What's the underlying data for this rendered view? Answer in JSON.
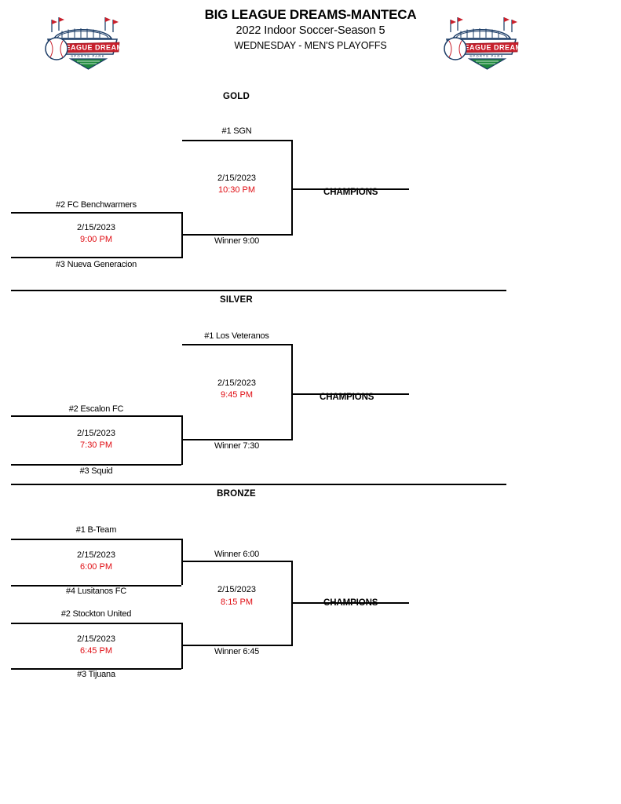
{
  "header": {
    "title": "BIG LEAGUE DREAMS-MANTECA",
    "subtitle": "2022 Indoor Soccer-Season 5",
    "subtitle2": "WEDNESDAY - MEN'S PLAYOFFS",
    "logo_left_name": "big-league-dreams-logo",
    "logo_right_name": "big-league-dreams-logo",
    "logo_banner_text": "BIG LEAGUE DREAMS",
    "logo_tagline_text": "SPORTS PARK"
  },
  "colors": {
    "time_red": "#e00d13",
    "line_black": "#000000",
    "logo_navy": "#1b3c66",
    "logo_red": "#c8202c",
    "logo_green": "#1f8a3d",
    "page_background": "#ffffff"
  },
  "sections": [
    {
      "name": "gold",
      "title": "GOLD",
      "champions_label": "CHAMPIONS",
      "semifinal": {
        "team_top": "#2 FC Benchwarmers",
        "team_bottom": "#3 Nueva Generacion",
        "date": "2/15/2023",
        "time": "9:00 PM"
      },
      "final": {
        "team_top": "#1  SGN",
        "team_bottom": "Winner 9:00",
        "date": "2/15/2023",
        "time": "10:30 PM"
      }
    },
    {
      "name": "silver",
      "title": "SILVER",
      "champions_label": "CHAMPIONS",
      "semifinal": {
        "team_top": "#2 Escalon FC",
        "team_bottom": "#3 Squid",
        "date": "2/15/2023",
        "time": "7:30 PM"
      },
      "final": {
        "team_top": "#1 Los Veteranos",
        "team_bottom": "Winner 7:30",
        "date": "2/15/2023",
        "time": "9:45 PM"
      }
    },
    {
      "name": "bronze",
      "title": "BRONZE",
      "champions_label": "CHAMPIONS",
      "semifinal_upper": {
        "team_top": "#1 B-Team",
        "team_bottom": "#4 Lusitanos FC",
        "date": "2/15/2023",
        "time": "6:00 PM"
      },
      "semifinal_lower": {
        "team_top": "#2 Stockton United",
        "team_bottom": "#3 Tijuana",
        "date": "2/15/2023",
        "time": "6:45 PM"
      },
      "final": {
        "team_top": "Winner 6:00",
        "team_bottom": "Winner 6:45",
        "date": "2/15/2023",
        "time": "8:15 PM"
      }
    }
  ]
}
